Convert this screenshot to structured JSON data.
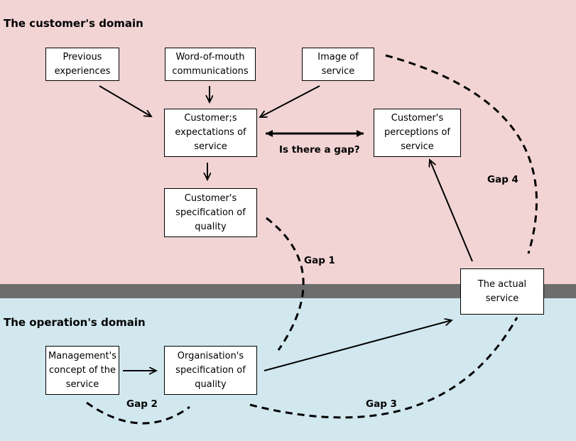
{
  "regions": {
    "customer_title": "The customer's domain",
    "operation_title": "The operation's domain"
  },
  "boxes": {
    "previous_experiences": "Previous experiences",
    "word_of_mouth": "Word-of-mouth communications",
    "image_of_service": "Image of service",
    "customer_expectations": "Customer;s expectations of service",
    "customer_perceptions": "Customer's perceptions of service",
    "customer_specification": "Customer's specification of quality",
    "actual_service": "The actual service",
    "management_concept": "Management's concept of the service",
    "organisation_specification": "Organisation's specification of quality"
  },
  "labels": {
    "gap_question": "Is there a gap?",
    "gap1": "Gap 1",
    "gap2": "Gap 2",
    "gap3": "Gap 3",
    "gap4": "Gap 4"
  }
}
